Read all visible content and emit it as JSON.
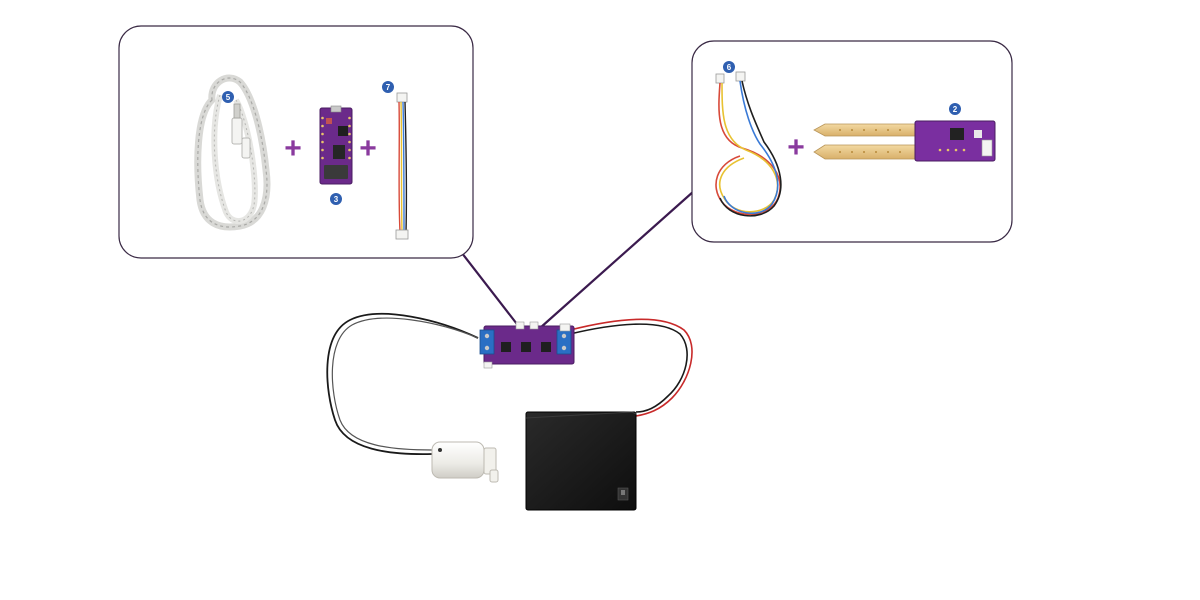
{
  "colors": {
    "frame_border": "#3a2a45",
    "connector_line": "#3b1a4f",
    "badge_fill": "#2f5fb0",
    "plus_sign": "#8a3a9e",
    "board_purple": "#6b2a8a",
    "terminal_blue": "#2a6fc4"
  },
  "kit_usb_group": {
    "usb_cable_badge": "5",
    "plus_1": "+",
    "controller_board_badge": "3",
    "plus_2": "+",
    "jumper_cable_badge": "7"
  },
  "kit_sensor_group": {
    "sensor_cable_badge": "6",
    "plus": "+",
    "soil_sensor_badge": "2"
  },
  "assembly": {
    "components": [
      "relay-driver-board",
      "water-pump",
      "battery-box"
    ]
  }
}
